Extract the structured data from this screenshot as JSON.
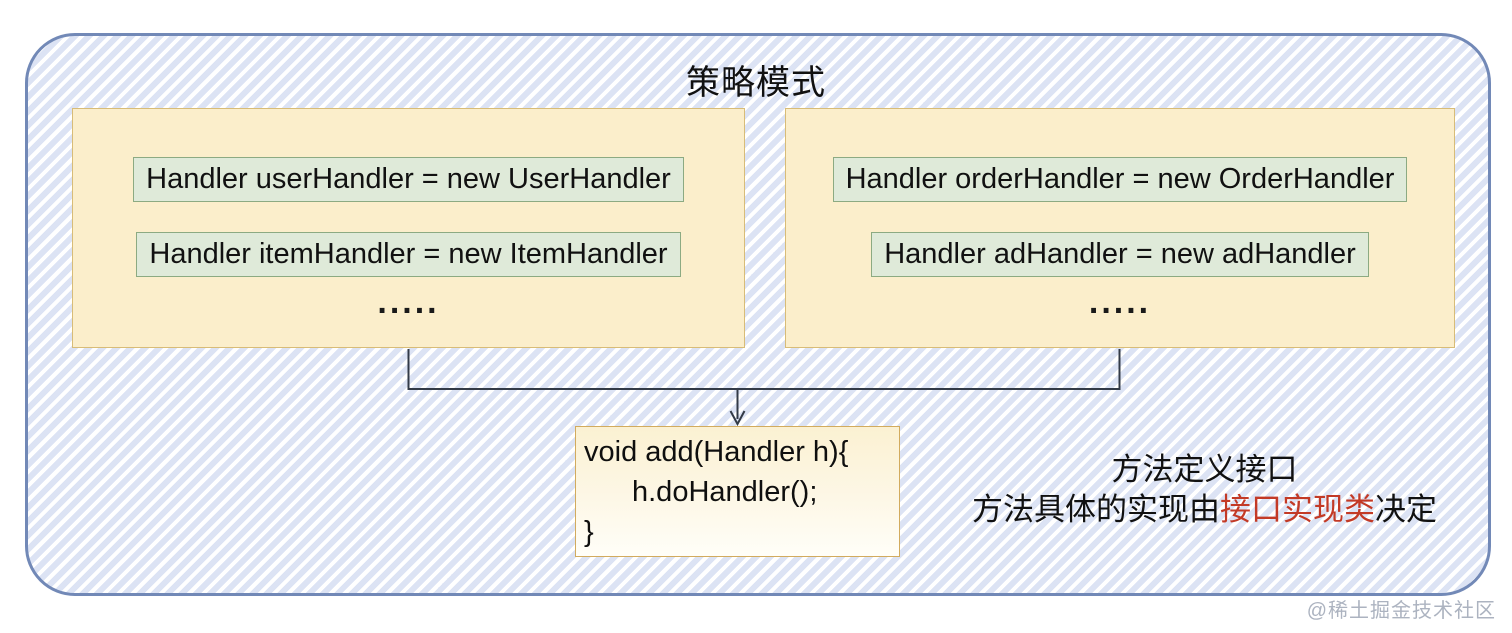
{
  "title": "策略模式",
  "panels": {
    "left": {
      "rows": [
        "Handler userHandler = new UserHandler",
        "Handler itemHandler = new ItemHandler"
      ],
      "ellipsis": "....."
    },
    "right": {
      "rows": [
        "Handler orderHandler = new OrderHandler",
        "Handler adHandler = new adHandler"
      ],
      "ellipsis": "....."
    }
  },
  "code_box": {
    "line1": "void add(Handler h){",
    "line2": "h.doHandler();",
    "line3": "}"
  },
  "annotation": {
    "line1": "方法定义接口",
    "line2_prefix": "方法具体的实现由",
    "line2_highlight": "接口实现类",
    "line2_suffix": "决定"
  },
  "watermark": "@稀土掘金技术社区",
  "colors": {
    "frame_border": "#7289b7",
    "stripe_blue": "#dce3f4",
    "panel_bg": "#fbeecb",
    "panel_border": "#d8bc77",
    "row_bg": "#dfead9",
    "row_border": "#8caa82",
    "code_box_border": "#d2ab5e",
    "highlight_red": "#c33a26",
    "connector": "#333b47"
  }
}
